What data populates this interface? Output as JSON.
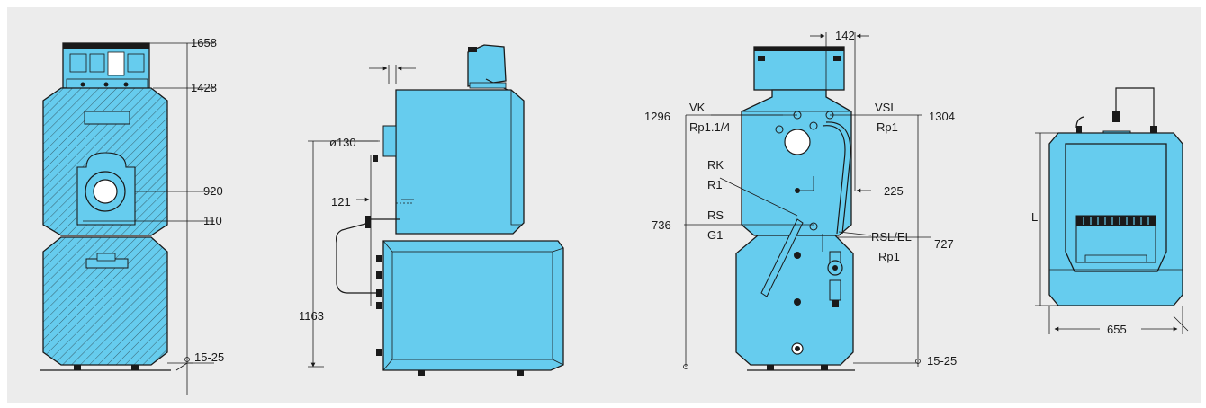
{
  "colors": {
    "body_fill": "#66ccee",
    "line": "#1a1a1a",
    "panel_bg": "#ececec"
  },
  "front_view": {
    "dim_top": "1658",
    "dim_upper": "1428",
    "dim_mid": "920",
    "dim_small": "110",
    "dim_base": "15-25"
  },
  "side_view": {
    "dim_flue_dia": "ø130",
    "dim_121": "121",
    "dim_height": "1163"
  },
  "rear_view": {
    "dim_142": "142",
    "vk": "VK",
    "vk_thread": "Rp1.1/4",
    "dim_1296": "1296",
    "vsl": "VSL",
    "vsl_thread": "Rp1",
    "dim_1304": "1304",
    "rk": "RK",
    "rk_thread": "R1",
    "dim_225": "225",
    "rs": "RS",
    "rs_thread": "G1",
    "dim_736": "736",
    "rsl": "RSL/EL",
    "rsl_thread": "Rp1",
    "dim_727": "727",
    "dim_base": "15-25"
  },
  "tank_view": {
    "dim_length": "L",
    "dim_655": "655"
  }
}
